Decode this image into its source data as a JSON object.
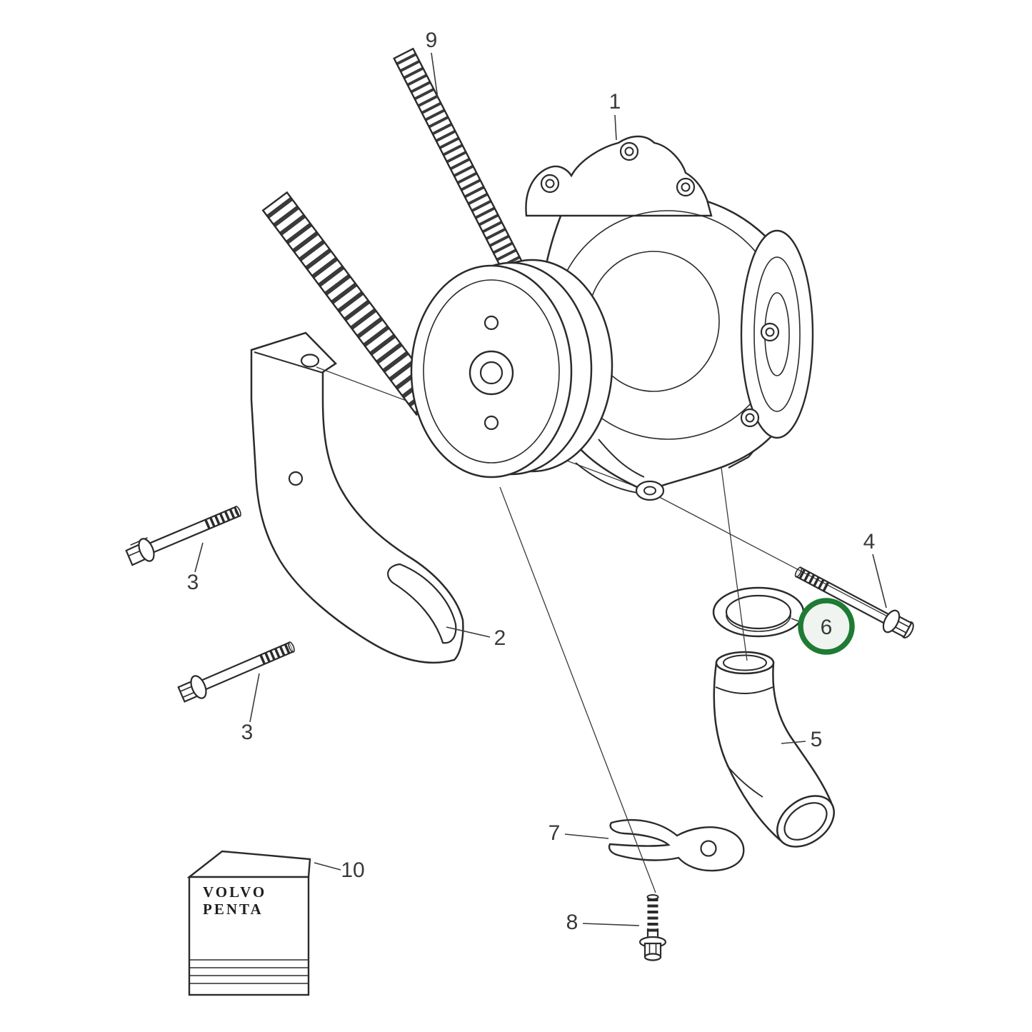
{
  "parts": {
    "p1": "1",
    "p2": "2",
    "p3_upper": "3",
    "p3_lower": "3",
    "p4": "4",
    "p5": "5",
    "p6": "6",
    "p7": "7",
    "p8": "8",
    "p9": "9",
    "p10": "10"
  },
  "box_label": {
    "line1": "VOLVO",
    "line2": "PENTA"
  },
  "highlight": {
    "part": "6",
    "color": "#1e7b33"
  },
  "colors": {
    "line": "#2b2b2b",
    "label_text": "#3a3a3a",
    "background": "#ffffff"
  }
}
